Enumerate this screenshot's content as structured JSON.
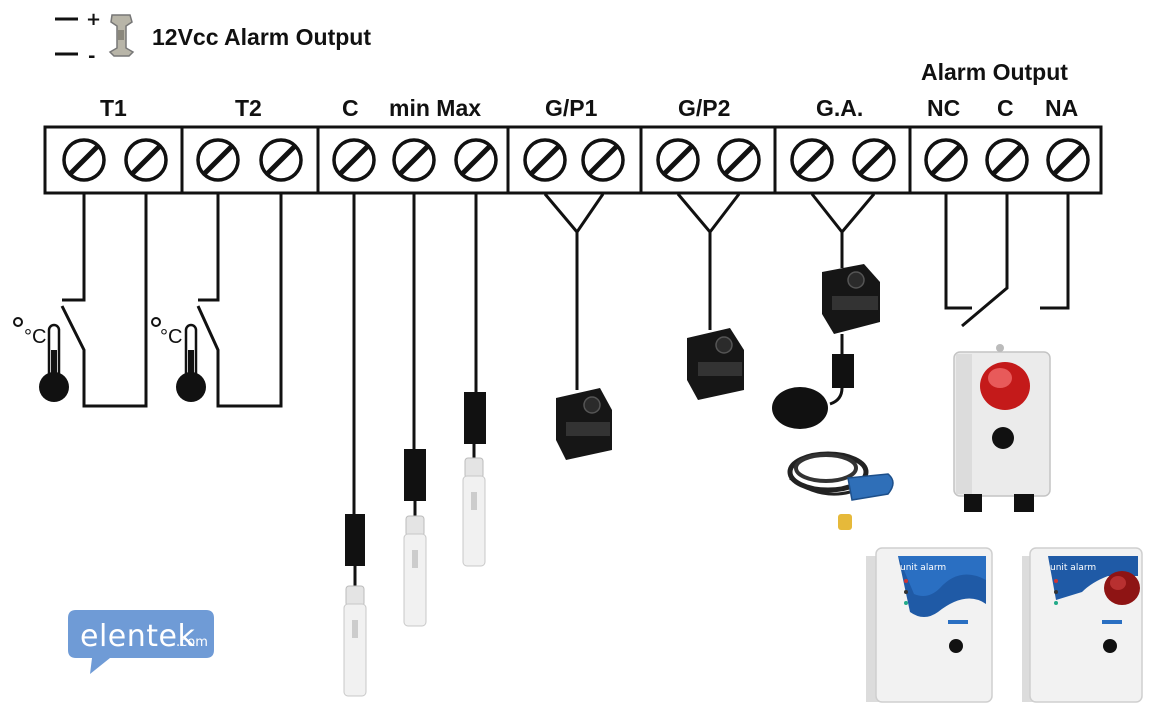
{
  "legend": {
    "plus_sign": "+",
    "minus_sign": "-",
    "title": "12Vcc Alarm Output"
  },
  "terminal_labels": {
    "t1": "T1",
    "t2": "T2",
    "c": "C",
    "min_max": "min Max",
    "gp1": "G/P1",
    "gp2": "G/P2",
    "ga": "G.A.",
    "alarm_output_header": "Alarm Output",
    "nc": "NC",
    "c_alarm": "C",
    "na": "NA"
  },
  "sensors": {
    "t1_unit": "°C",
    "t2_unit": "°C"
  },
  "panels": {
    "panel1_title": "unit alarm",
    "panel2_title": "unit alarm"
  },
  "brand": {
    "name": "elentek",
    "suffix": ".com",
    "color": "#6f9bd6"
  },
  "icons": [
    "terminal-screw-icon",
    "thermometer-icon",
    "float-switch-icon",
    "probe-icon",
    "alarm-siren-icon",
    "panel-icon",
    "spade-connector-icon"
  ]
}
